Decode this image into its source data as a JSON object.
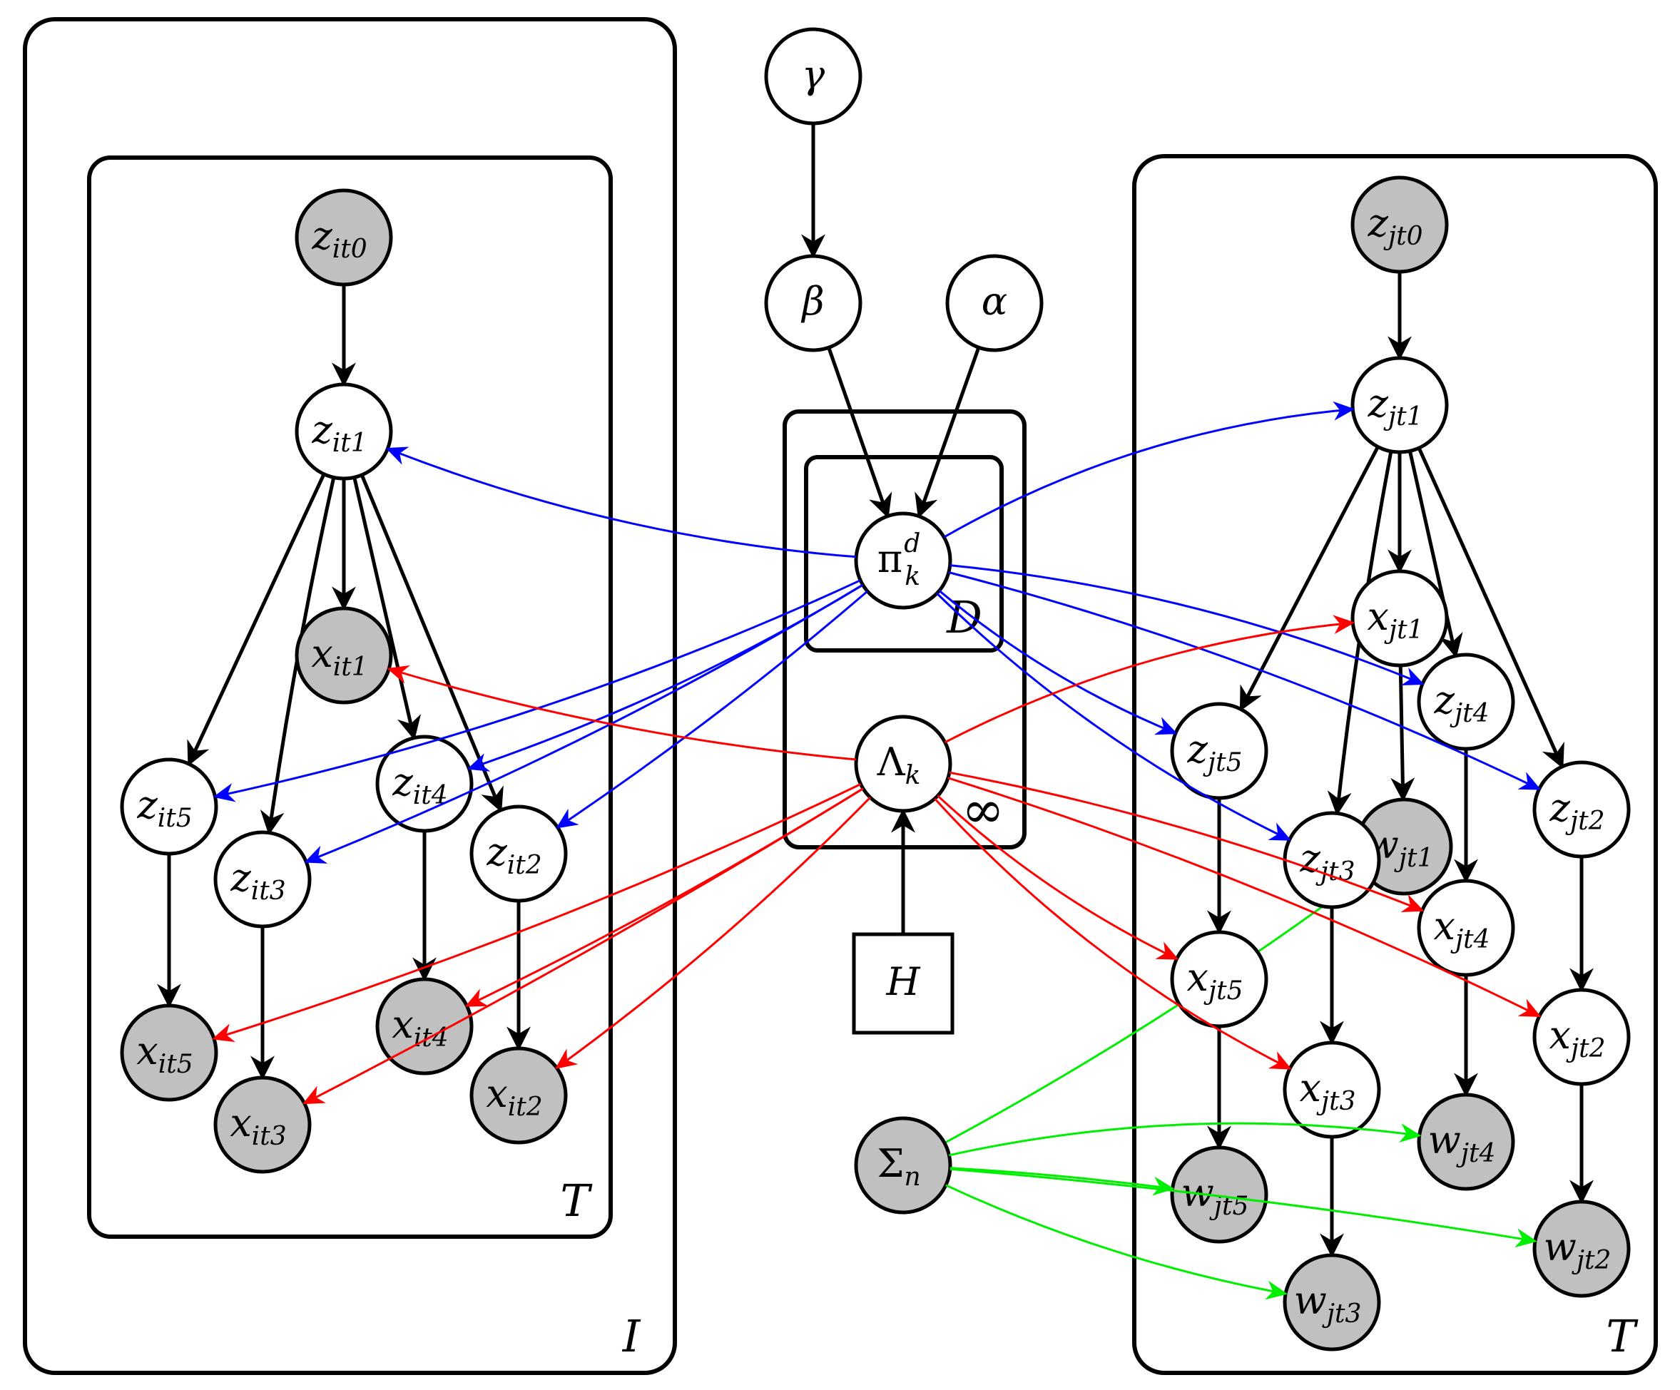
{
  "diagram": {
    "title": "Graphical model (plate diagram)",
    "colors": {
      "edge_default": "#000000",
      "edge_pi": "#0000ff",
      "edge_lambda": "#ff0000",
      "edge_sigma": "#00ee00",
      "observed_fill": "#c0c0c0",
      "latent_fill": "#ffffff",
      "stroke": "#000000"
    },
    "plates": [
      {
        "id": "plate_I",
        "label": "I"
      },
      {
        "id": "plate_T_left",
        "label": "T"
      },
      {
        "id": "plate_inf",
        "label": "∞"
      },
      {
        "id": "plate_D",
        "label": "D"
      },
      {
        "id": "plate_T_right",
        "label": "T"
      }
    ],
    "nodes": [
      {
        "id": "gamma",
        "main": "γ",
        "sub": "",
        "sup": "",
        "type": "latent",
        "shape": "circle"
      },
      {
        "id": "beta",
        "main": "β",
        "sub": "",
        "sup": "",
        "type": "latent",
        "shape": "circle"
      },
      {
        "id": "alpha",
        "main": "α",
        "sub": "",
        "sup": "",
        "type": "latent",
        "shape": "circle"
      },
      {
        "id": "pi",
        "main": "π",
        "sub": "k",
        "sup": "d",
        "type": "latent",
        "shape": "circle"
      },
      {
        "id": "lambda",
        "main": "Λ",
        "sub": "k",
        "sup": "",
        "type": "latent",
        "shape": "circle"
      },
      {
        "id": "H",
        "main": "H",
        "sub": "",
        "sup": "",
        "type": "fixed",
        "shape": "square"
      },
      {
        "id": "sigma",
        "main": "Σ",
        "sub": "n",
        "sup": "",
        "type": "observed",
        "shape": "circle"
      },
      {
        "id": "z_it0",
        "main": "z",
        "sub": "it0",
        "sup": "",
        "type": "observed",
        "shape": "circle"
      },
      {
        "id": "z_it1",
        "main": "z",
        "sub": "it1",
        "sup": "",
        "type": "latent",
        "shape": "circle"
      },
      {
        "id": "x_it1",
        "main": "x",
        "sub": "it1",
        "sup": "",
        "type": "observed",
        "shape": "circle"
      },
      {
        "id": "z_it5",
        "main": "z",
        "sub": "it5",
        "sup": "",
        "type": "latent",
        "shape": "circle"
      },
      {
        "id": "z_it4",
        "main": "z",
        "sub": "it4",
        "sup": "",
        "type": "latent",
        "shape": "circle"
      },
      {
        "id": "z_it3",
        "main": "z",
        "sub": "it3",
        "sup": "",
        "type": "latent",
        "shape": "circle"
      },
      {
        "id": "z_it2",
        "main": "z",
        "sub": "it2",
        "sup": "",
        "type": "latent",
        "shape": "circle"
      },
      {
        "id": "x_it5",
        "main": "x",
        "sub": "it5",
        "sup": "",
        "type": "observed",
        "shape": "circle"
      },
      {
        "id": "x_it4",
        "main": "x",
        "sub": "it4",
        "sup": "",
        "type": "observed",
        "shape": "circle"
      },
      {
        "id": "x_it3",
        "main": "x",
        "sub": "it3",
        "sup": "",
        "type": "observed",
        "shape": "circle"
      },
      {
        "id": "x_it2",
        "main": "x",
        "sub": "it2",
        "sup": "",
        "type": "observed",
        "shape": "circle"
      },
      {
        "id": "z_jt0",
        "main": "z",
        "sub": "jt0",
        "sup": "",
        "type": "observed",
        "shape": "circle"
      },
      {
        "id": "z_jt1",
        "main": "z",
        "sub": "jt1",
        "sup": "",
        "type": "latent",
        "shape": "circle"
      },
      {
        "id": "x_jt1",
        "main": "x",
        "sub": "jt1",
        "sup": "",
        "type": "latent",
        "shape": "circle"
      },
      {
        "id": "w_jt1",
        "main": "w",
        "sub": "jt1",
        "sup": "",
        "type": "observed",
        "shape": "circle"
      },
      {
        "id": "z_jt4",
        "main": "z",
        "sub": "jt4",
        "sup": "",
        "type": "latent",
        "shape": "circle"
      },
      {
        "id": "z_jt5",
        "main": "z",
        "sub": "jt5",
        "sup": "",
        "type": "latent",
        "shape": "circle"
      },
      {
        "id": "z_jt3",
        "main": "z",
        "sub": "jt3",
        "sup": "",
        "type": "latent",
        "shape": "circle"
      },
      {
        "id": "z_jt2",
        "main": "z",
        "sub": "jt2",
        "sup": "",
        "type": "latent",
        "shape": "circle"
      },
      {
        "id": "x_jt4",
        "main": "x",
        "sub": "jt4",
        "sup": "",
        "type": "latent",
        "shape": "circle"
      },
      {
        "id": "x_jt5",
        "main": "x",
        "sub": "jt5",
        "sup": "",
        "type": "latent",
        "shape": "circle"
      },
      {
        "id": "x_jt2",
        "main": "x",
        "sub": "jt2",
        "sup": "",
        "type": "latent",
        "shape": "circle"
      },
      {
        "id": "x_jt3",
        "main": "x",
        "sub": "jt3",
        "sup": "",
        "type": "latent",
        "shape": "circle"
      },
      {
        "id": "w_jt4",
        "main": "w",
        "sub": "jt4",
        "sup": "",
        "type": "observed",
        "shape": "circle"
      },
      {
        "id": "w_jt5",
        "main": "w",
        "sub": "jt5",
        "sup": "",
        "type": "observed",
        "shape": "circle"
      },
      {
        "id": "w_jt2",
        "main": "w",
        "sub": "jt2",
        "sup": "",
        "type": "observed",
        "shape": "circle"
      },
      {
        "id": "w_jt3",
        "main": "w",
        "sub": "jt3",
        "sup": "",
        "type": "observed",
        "shape": "circle"
      }
    ],
    "edges": [
      {
        "from": "gamma",
        "to": "beta",
        "group": "default"
      },
      {
        "from": "beta",
        "to": "pi",
        "group": "default"
      },
      {
        "from": "alpha",
        "to": "pi",
        "group": "default"
      },
      {
        "from": "H",
        "to": "lambda",
        "group": "default"
      },
      {
        "from": "z_it0",
        "to": "z_it1",
        "group": "default"
      },
      {
        "from": "z_it1",
        "to": "x_it1",
        "group": "default"
      },
      {
        "from": "z_it1",
        "to": "z_it5",
        "group": "default"
      },
      {
        "from": "z_it1",
        "to": "z_it3",
        "group": "default"
      },
      {
        "from": "z_it1",
        "to": "z_it4",
        "group": "default"
      },
      {
        "from": "z_it1",
        "to": "z_it2",
        "group": "default"
      },
      {
        "from": "z_it5",
        "to": "x_it5",
        "group": "default"
      },
      {
        "from": "z_it3",
        "to": "x_it3",
        "group": "default"
      },
      {
        "from": "z_it4",
        "to": "x_it4",
        "group": "default"
      },
      {
        "from": "z_it2",
        "to": "x_it2",
        "group": "default"
      },
      {
        "from": "z_jt0",
        "to": "z_jt1",
        "group": "default"
      },
      {
        "from": "z_jt1",
        "to": "x_jt1",
        "group": "default"
      },
      {
        "from": "z_jt1",
        "to": "z_jt5",
        "group": "default"
      },
      {
        "from": "z_jt1",
        "to": "z_jt3",
        "group": "default"
      },
      {
        "from": "z_jt1",
        "to": "z_jt4",
        "group": "default"
      },
      {
        "from": "z_jt1",
        "to": "z_jt2",
        "group": "default"
      },
      {
        "from": "x_jt1",
        "to": "w_jt1",
        "group": "default"
      },
      {
        "from": "z_jt5",
        "to": "x_jt5",
        "group": "default"
      },
      {
        "from": "z_jt4",
        "to": "x_jt4",
        "group": "default"
      },
      {
        "from": "z_jt3",
        "to": "x_jt3",
        "group": "default"
      },
      {
        "from": "z_jt2",
        "to": "x_jt2",
        "group": "default"
      },
      {
        "from": "x_jt5",
        "to": "w_jt5",
        "group": "default"
      },
      {
        "from": "x_jt4",
        "to": "w_jt4",
        "group": "default"
      },
      {
        "from": "x_jt3",
        "to": "w_jt3",
        "group": "default"
      },
      {
        "from": "x_jt2",
        "to": "w_jt2",
        "group": "default"
      },
      {
        "from": "pi",
        "to": "z_it1",
        "group": "pi"
      },
      {
        "from": "pi",
        "to": "z_it5",
        "group": "pi"
      },
      {
        "from": "pi",
        "to": "z_it4",
        "group": "pi"
      },
      {
        "from": "pi",
        "to": "z_it3",
        "group": "pi"
      },
      {
        "from": "pi",
        "to": "z_it2",
        "group": "pi"
      },
      {
        "from": "pi",
        "to": "z_jt1",
        "group": "pi"
      },
      {
        "from": "pi",
        "to": "z_jt5",
        "group": "pi"
      },
      {
        "from": "pi",
        "to": "z_jt3",
        "group": "pi"
      },
      {
        "from": "pi",
        "to": "z_jt4",
        "group": "pi"
      },
      {
        "from": "pi",
        "to": "z_jt2",
        "group": "pi"
      },
      {
        "from": "lambda",
        "to": "x_it1",
        "group": "lambda"
      },
      {
        "from": "lambda",
        "to": "x_it5",
        "group": "lambda"
      },
      {
        "from": "lambda",
        "to": "x_it4",
        "group": "lambda"
      },
      {
        "from": "lambda",
        "to": "x_it3",
        "group": "lambda"
      },
      {
        "from": "lambda",
        "to": "x_it2",
        "group": "lambda"
      },
      {
        "from": "lambda",
        "to": "x_jt1",
        "group": "lambda"
      },
      {
        "from": "lambda",
        "to": "x_jt5",
        "group": "lambda"
      },
      {
        "from": "lambda",
        "to": "x_jt3",
        "group": "lambda"
      },
      {
        "from": "lambda",
        "to": "x_jt4",
        "group": "lambda"
      },
      {
        "from": "lambda",
        "to": "x_jt2",
        "group": "lambda"
      },
      {
        "from": "sigma",
        "to": "w_jt1",
        "group": "sigma"
      },
      {
        "from": "sigma",
        "to": "w_jt5",
        "group": "sigma"
      },
      {
        "from": "sigma",
        "to": "w_jt4",
        "group": "sigma"
      },
      {
        "from": "sigma",
        "to": "w_jt3",
        "group": "sigma"
      },
      {
        "from": "sigma",
        "to": "w_jt2",
        "group": "sigma"
      }
    ]
  }
}
